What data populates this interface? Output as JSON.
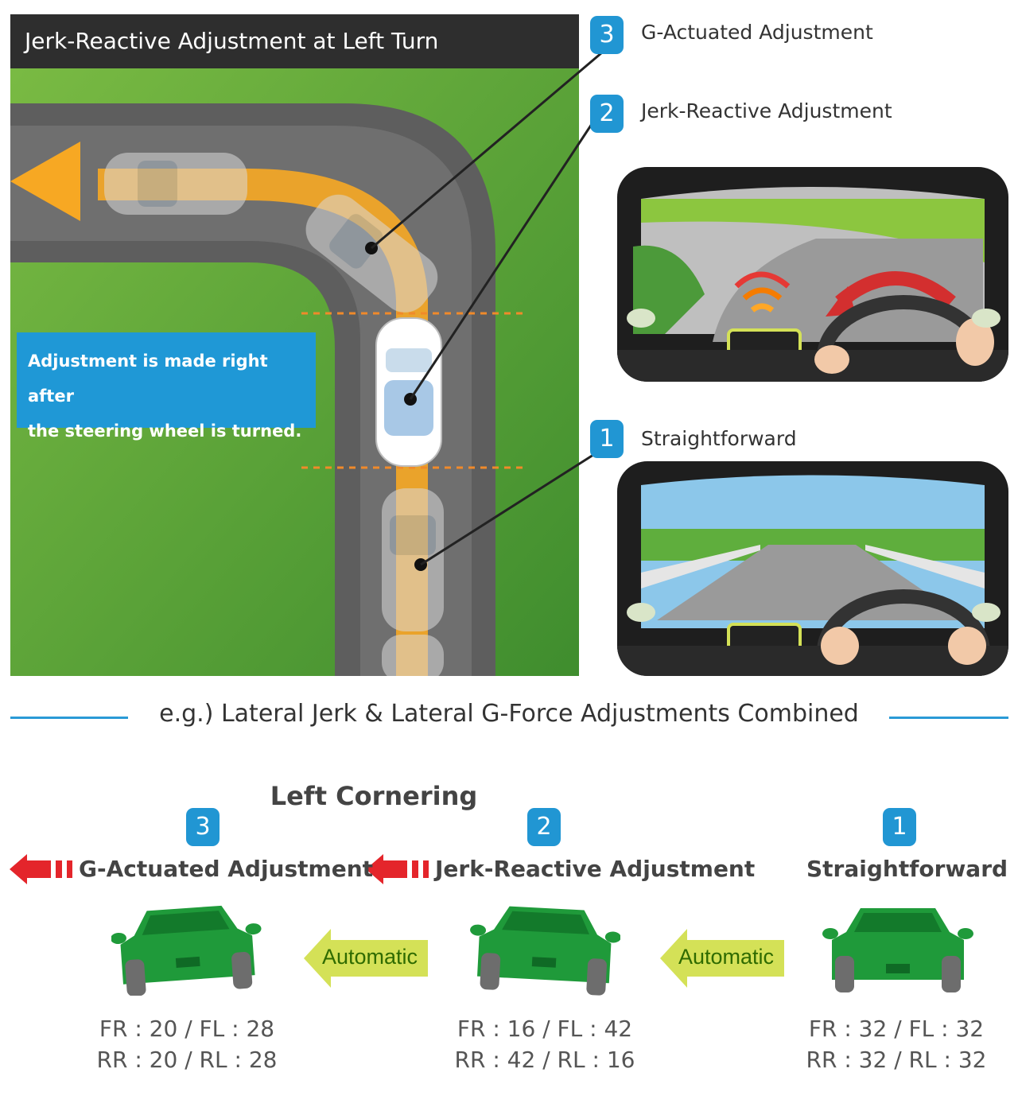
{
  "diagram": {
    "title": "Jerk-Reactive Adjustment at Left Turn",
    "info_text_line1": "Adjustment is made right after",
    "info_text_line2": "the steering wheel is turned.",
    "steps": [
      {
        "number": "3",
        "label": "G-Actuated Adjustment"
      },
      {
        "number": "2",
        "label": "Jerk-Reactive Adjustment"
      },
      {
        "number": "1",
        "label": "Straightforward"
      }
    ],
    "subtitle": "e.g.) Lateral Jerk & Lateral G-Force Adjustments Combined",
    "cornering_title": "Left Cornering",
    "automatic_label": "Automatic",
    "cars": [
      {
        "number": "3",
        "label": "G-Actuated Adjustment",
        "front": "FR : 20  /  FL : 28",
        "rear": "RR : 20  /  RL : 28"
      },
      {
        "number": "2",
        "label": "Jerk-Reactive Adjustment",
        "front": "FR : 16  /  FL : 42",
        "rear": "RR : 42  /  RL : 16"
      },
      {
        "number": "1",
        "label": "Straightforward",
        "front": "FR : 32  /  FL : 32",
        "rear": "RR : 32  /  RL : 32"
      }
    ]
  },
  "colors": {
    "accent_blue": "#2196d3",
    "grass": "#5aa83a",
    "road": "#6b6b6b",
    "path_orange": "#f7a823",
    "car_green": "#1f9a3a",
    "arrow_red": "#e4252b",
    "arrow_lime": "#d4e157"
  }
}
